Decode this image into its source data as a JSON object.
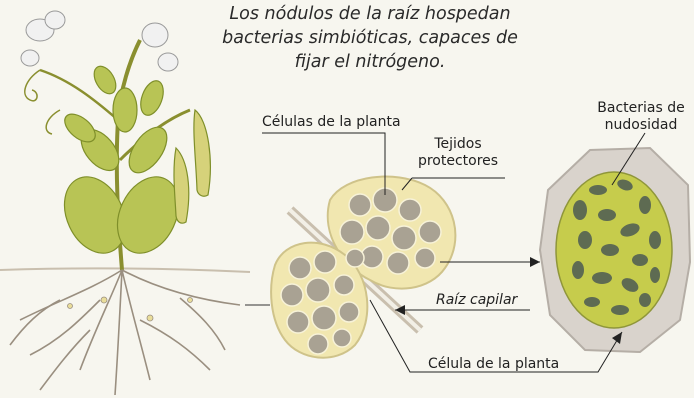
{
  "caption": {
    "line1": "Los nódulos de la raíz hospedan",
    "line2": "bacterias simbióticas, capaces de",
    "line3": "fijar el nitrógeno."
  },
  "labels": {
    "plant_cells": "Células de la planta",
    "protective_tissue_1": "Tejidos",
    "protective_tissue_2": "protectores",
    "nodule_bacteria_1": "Bacterias de",
    "nodule_bacteria_2": "nudosidad",
    "root_hair": "Raíz capilar",
    "plant_cell": "Célula de la planta"
  },
  "colors": {
    "leaf": "#b8c455",
    "leaf_dark": "#7f8f2a",
    "flower": "#f1f1f1",
    "root": "#9a8f80",
    "nodule_fill": "#f1e7b0",
    "nodule_cells": "#a9a293",
    "cell_fill": "#c6cc4c",
    "bacteria": "#5e6b52",
    "cell_wall": "#d9d3cc"
  }
}
